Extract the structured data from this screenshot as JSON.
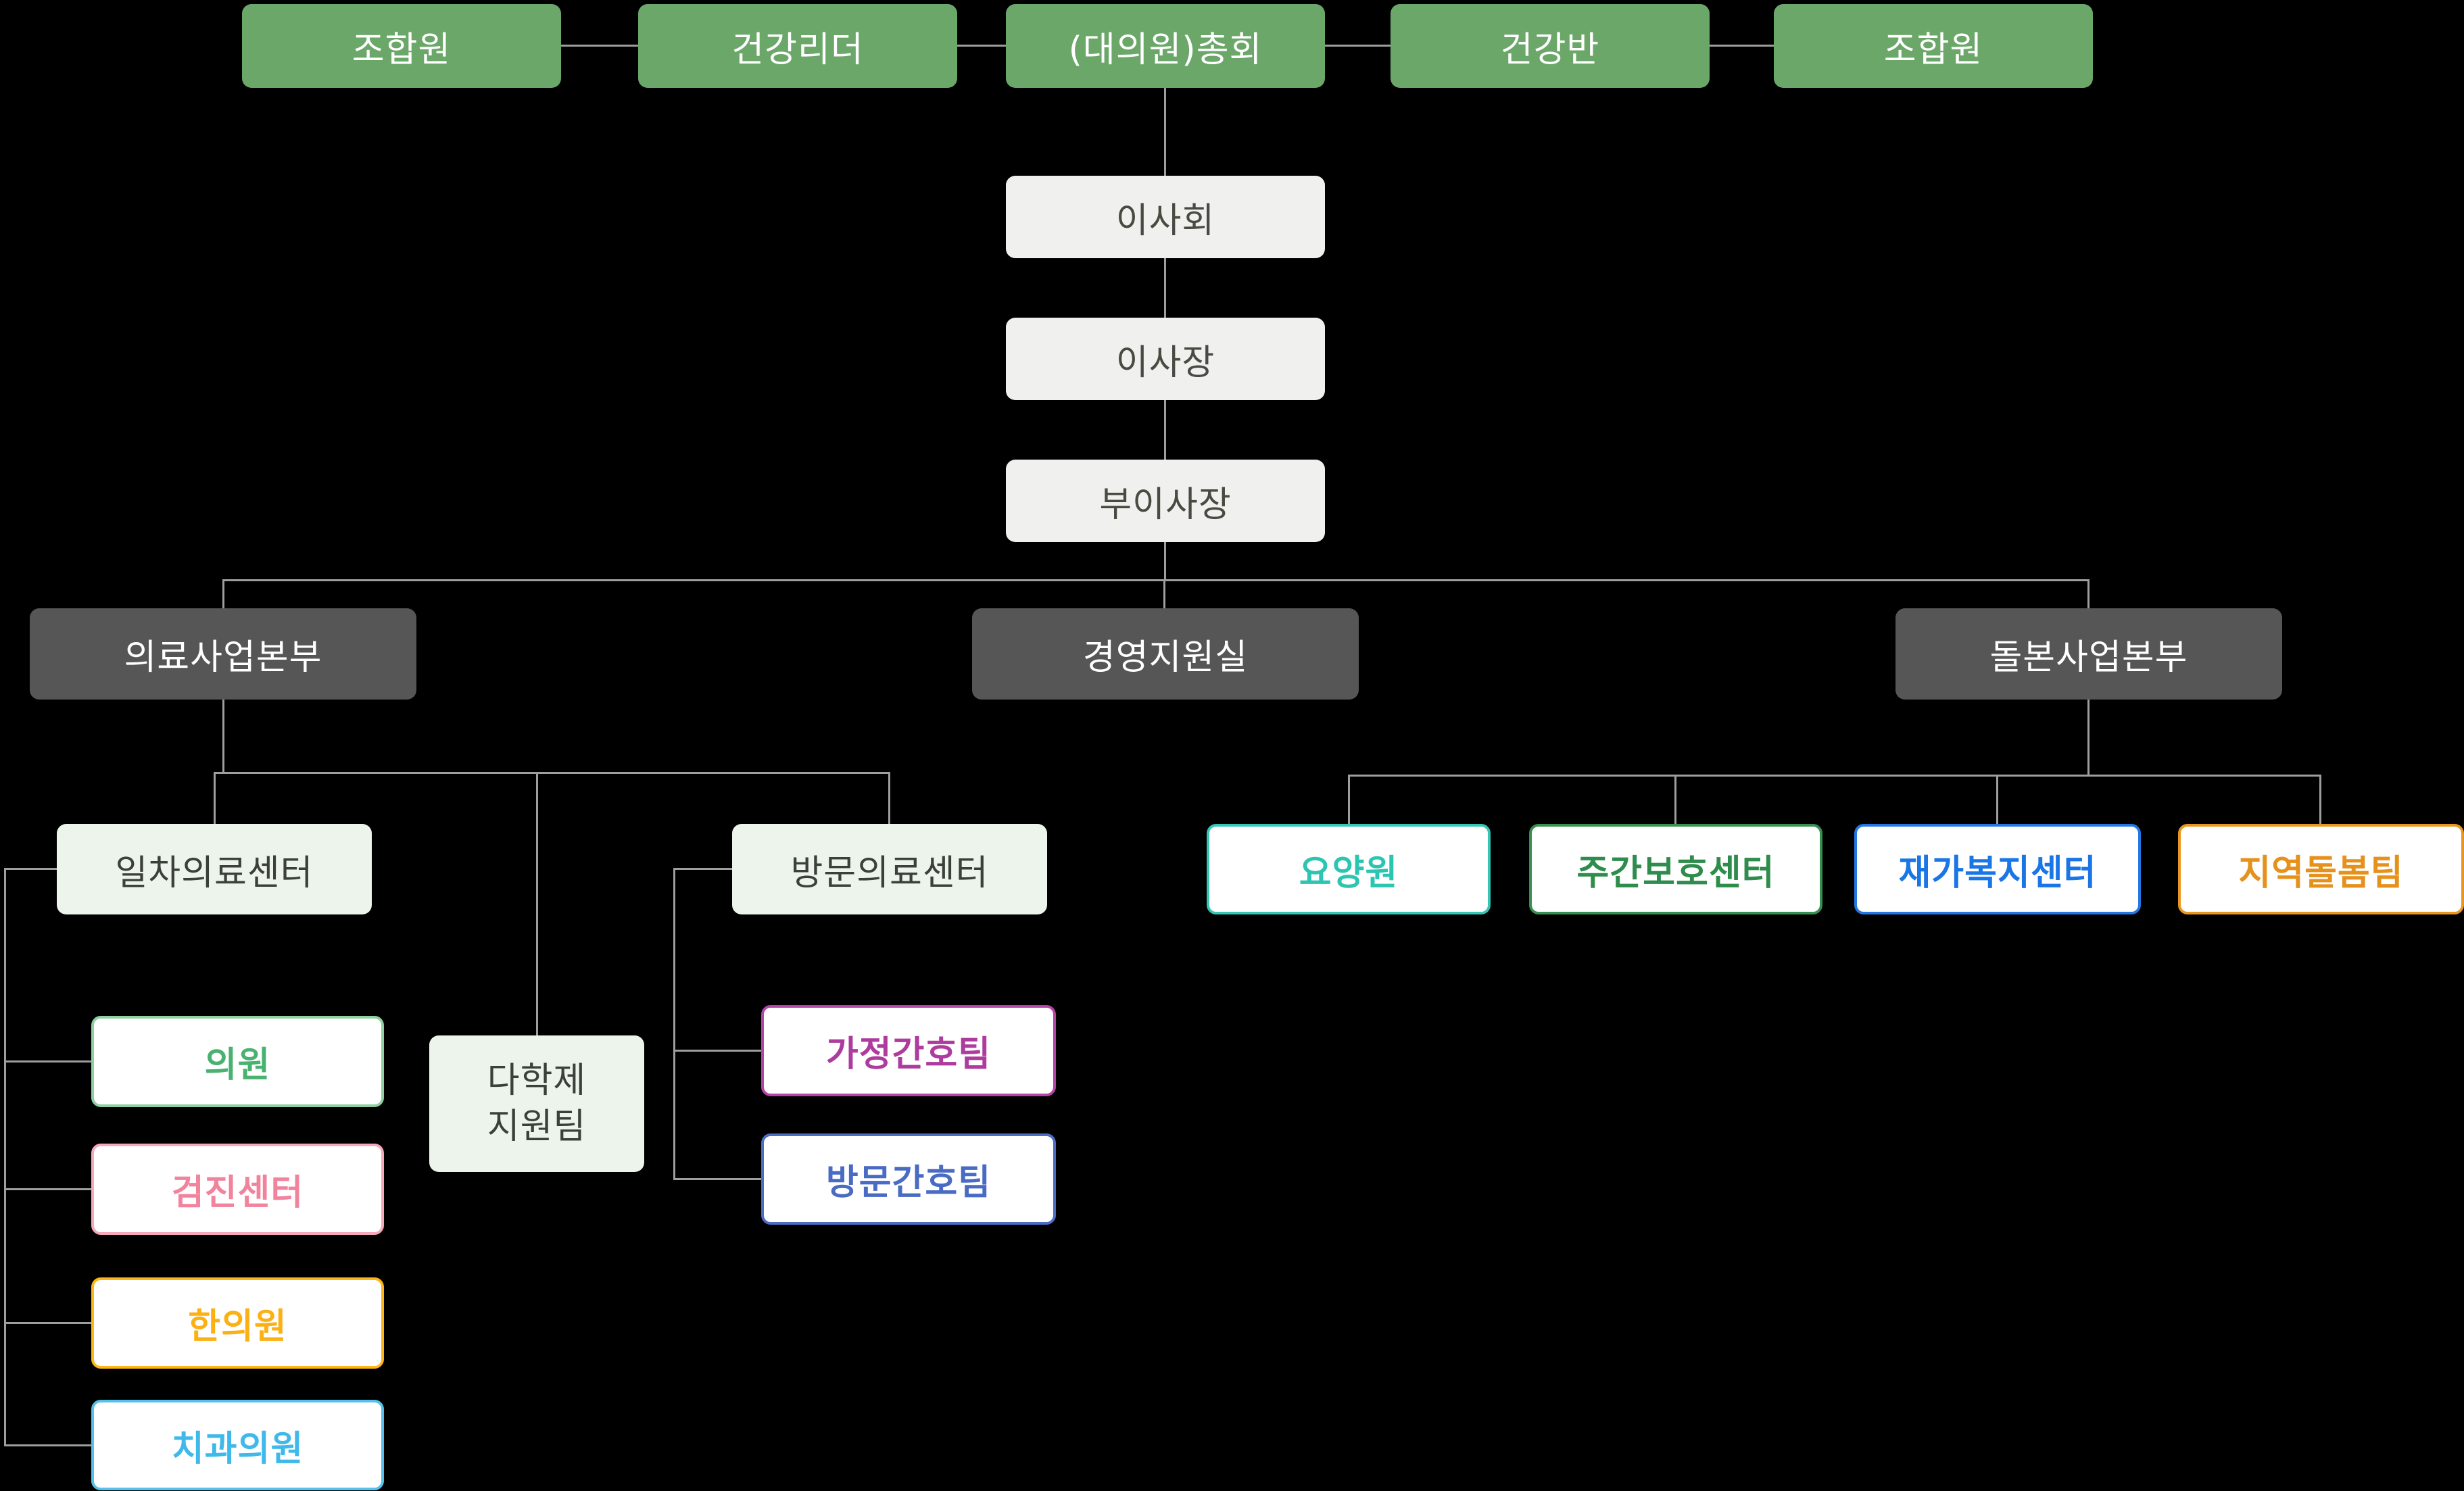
{
  "background_color": "#000000",
  "line_color": "#9e9e9e",
  "top_row": {
    "fill": "#6ca76a",
    "text_color": "#ffffff",
    "items": [
      {
        "label": "조합원"
      },
      {
        "label": "건강리더"
      },
      {
        "label": "(대의원)총회"
      },
      {
        "label": "건강반"
      },
      {
        "label": "조합원"
      }
    ]
  },
  "governance": {
    "fill": "#f0f0ee",
    "text_color": "#4a4a43",
    "items": [
      {
        "label": "이사회"
      },
      {
        "label": "이사장"
      },
      {
        "label": "부이사장"
      }
    ]
  },
  "divisions": {
    "fill": "#565656",
    "text_color": "#ffffff",
    "items": [
      {
        "label": "의료사업본부"
      },
      {
        "label": "경영지원실"
      },
      {
        "label": "돌본사업본부"
      }
    ]
  },
  "medical_division": {
    "centers_fill": "#edf4ec",
    "centers_text_color": "#3b403a",
    "centers": [
      {
        "label": "일차의료센터"
      },
      {
        "label": "방문의료센터"
      }
    ],
    "support_team": {
      "line1": "다학제",
      "line2": "지원팀"
    },
    "primary_center_children": [
      {
        "label": "의원",
        "color": "#49b271",
        "border": "#8ed0a0"
      },
      {
        "label": "검진센터",
        "color": "#f2839d",
        "border": "#f6a9ba"
      },
      {
        "label": "한의원",
        "color": "#fcb014",
        "border": "#fdb616"
      },
      {
        "label": "치과의원",
        "color": "#3fb9ea",
        "border": "#54c1ec"
      }
    ],
    "visit_center_children": [
      {
        "label": "가정간호팀",
        "color": "#ad3c9e",
        "border": "#b445a7"
      },
      {
        "label": "방문간호팀",
        "color": "#4a6bc4",
        "border": "#4c6dc3"
      }
    ]
  },
  "care_division_children": [
    {
      "label": "요양원",
      "color": "#2cc5b2",
      "border": "#36c6b5"
    },
    {
      "label": "주간보호센터",
      "color": "#2e8d4c",
      "border": "#378f50"
    },
    {
      "label": "재가복지센터",
      "color": "#1a76e6",
      "border": "#2277e5"
    },
    {
      "label": "지역돌봄팀",
      "color": "#e5911c",
      "border": "#e9961e"
    }
  ]
}
